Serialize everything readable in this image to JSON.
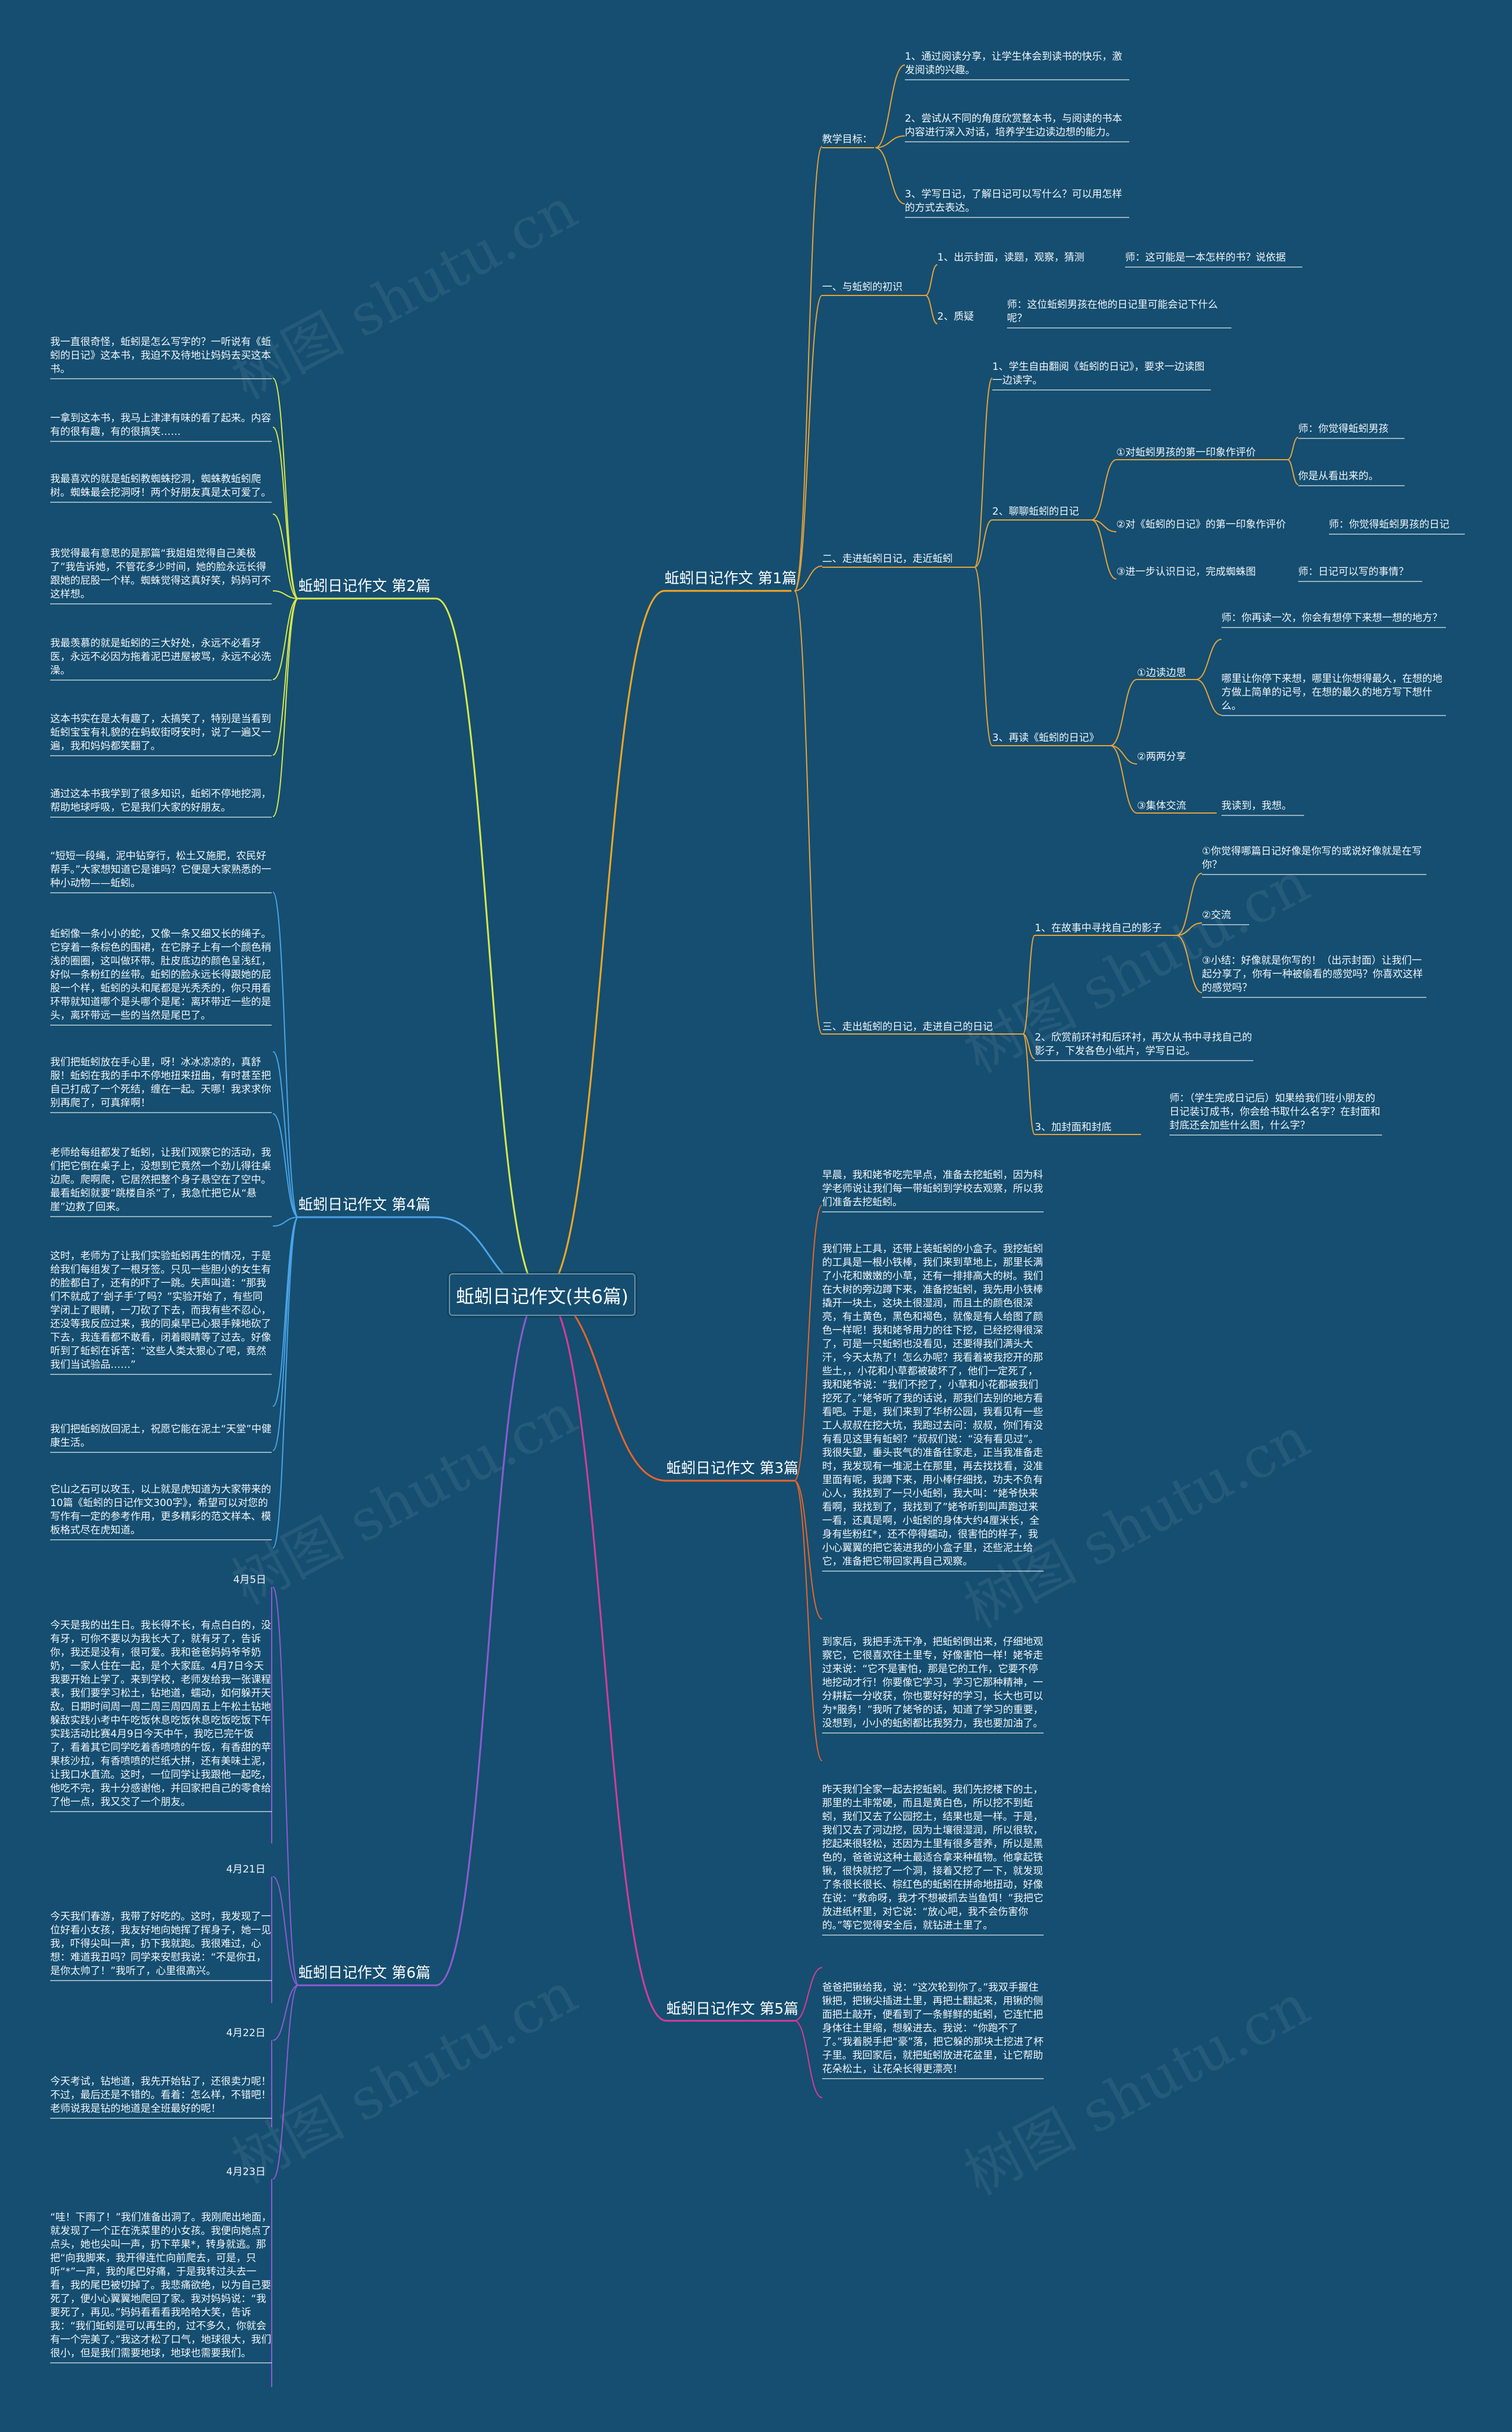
{
  "root": "蚯蚓日记作文(共6篇)",
  "watermark": "树图 shutu.cn",
  "branches": {
    "p1": "蚯蚓日记作文 第1篇",
    "p2": "蚯蚓日记作文 第2篇",
    "p3": "蚯蚓日记作文 第3篇",
    "p4": "蚯蚓日记作文 第4篇",
    "p5": "蚯蚓日记作文 第5篇",
    "p6": "蚯蚓日记作文 第6篇"
  },
  "p1": {
    "goal": "教学目标：",
    "goal_items": [
      "1、通过阅读分享，让学生体会到读书的快乐，激发阅读的兴趣。",
      "2、尝试从不同的角度欣赏整本书，与阅读的书本内容进行深入对话，培养学生边读边想的能力。",
      "3、学写日记，了解日记可以写什么？可以用怎样的方式去表达。"
    ],
    "s1": "一、与蚯蚓的初识",
    "s1_a": "1、出示封面，读题，观察，猜测",
    "s1_a_q": "师：这可能是一本怎样的书？说依据",
    "s1_b": "2、质疑",
    "s1_b_q": "师：这位蚯蚓男孩在他的日记里可能会记下什么呢？",
    "s2": "二、走进蚯蚓日记，走近蚯蚓",
    "s2_1": "1、学生自由翻阅《蚯蚓的日记》，要求一边读图一边读字。",
    "s2_2": "2、聊聊蚯蚓的日记",
    "s2_2_a": "①对蚯蚓男孩的第一印象作评价",
    "s2_2_a1": "师：你觉得蚯蚓男孩",
    "s2_2_a2": "你是从看出来的。",
    "s2_2_b": "②对《蚯蚓的日记》的第一印象作评价",
    "s2_2_b1": "师：你觉得蚯蚓男孩的日记",
    "s2_2_c": "③进一步认识日记，完成蜘蛛图",
    "s2_2_c1": "师：日记可以写的事情？",
    "s2_3": "3、再读《蚯蚓的日记》",
    "s2_3_a": "①边读边思",
    "s2_3_a1": "师：你再读一次，你会有想停下来想一想的地方？",
    "s2_3_a2": "哪里让你停下来想，哪里让你想得最久，在想的地方做上简单的记号，在想的最久的地方写下想什么。",
    "s2_3_b": "②两两分享",
    "s2_3_c": "③集体交流",
    "s2_3_c1": "我读到，我想。",
    "s3": "三、走出蚯蚓的日记，走进自己的日记",
    "s3_1": "1、在故事中寻找自己的影子",
    "s3_1_a": "①你觉得哪篇日记好像是你写的或说好像就是在写你？",
    "s3_1_b": "②交流",
    "s3_1_c": "③小结：好像就是你写的！（出示封面）让我们一起分享了，你有一种被偷看的感觉吗？你喜欢这样的感觉吗？",
    "s3_2": "2、欣赏前环衬和后环衬，再次从书中寻找自己的影子，下发各色小纸片，学写日记。",
    "s3_3": "3、加封面和封底",
    "s3_3_a": "师：（学生完成日记后）如果给我们班小朋友的日记装订成书，你会给书取什么名字？在封面和封底还会加些什么图，什么字？"
  },
  "p2": {
    "items": [
      "我一直很奇怪，蚯蚓是怎么写字的？一听说有《蚯蚓的日记》这本书，我迫不及待地让妈妈去买这本书。",
      "一拿到这本书，我马上津津有味的看了起来。内容有的很有趣，有的很搞笑……",
      "我最喜欢的就是蚯蚓教蜘蛛挖洞，蜘蛛教蚯蚓爬树。蜘蛛最会挖洞呀！两个好朋友真是太可爱了。",
      "我觉得最有意思的是那篇“我姐姐觉得自己美极了”我告诉她，不管花多少时间，她的脸永远长得跟她的屁股一个样。蜘蛛觉得这真好笑，妈妈可不这样想。",
      "我最羡慕的就是蚯蚓的三大好处，永远不必看牙医，永远不必因为拖着泥巴进屋被骂，永远不必洗澡。",
      "这本书实在是太有趣了，太搞笑了，特别是当看到蚯蚓宝宝有礼貌的在蚂蚁街呀安时，说了一遍又一遍，我和妈妈都笑翻了。",
      "通过这本书我学到了很多知识，蚯蚓不停地挖洞，帮助地球呼吸，它是我们大家的好朋友。"
    ]
  },
  "p3": {
    "items": [
      "早晨，我和姥爷吃完早点，准备去挖蚯蚓，因为科学老师说让我们每一带蚯蚓到学校去观察，所以我们准备去挖蚯蚓。",
      "我们带上工具，还带上装蚯蚓的小盒子。我挖蚯蚓的工具是一根小铁棒，我们来到草地上，那里长满了小花和嫩嫩的小草，还有一排排高大的树。我们在大树的旁边蹲下来，准备挖蚯蚓，我先用小铁棒撬开一块土，这块土很湿润，而且土的颜色很深亮，有土黄色，黑色和褐色，就像是有人给图了颜色一样呢！我和姥爷用力的往下挖，已经挖得很深了，可是一只蚯蚓也没看见，还要得我们满头大汗，今天太热了！怎么办呢？我看着被我挖开的那些土，，小花和小草都被破坏了，他们一定死了，我和姥爷说：“我们不挖了，小草和小花都被我们挖死了。”姥爷听了我的话说，那我们去别的地方看看吧。于是，我们来到了华桥公园，我看见有一些工人叔叔在挖大坑，我跑过去问：叔叔，你们有没有看见这里有蚯蚓？”叔叔们说：“没有看见过”。我很失望，垂头丧气的准备往家走，正当我准备走时，我发现有一堆泥土在那里，再去找找看，没准里面有呢，我蹲下来，用小棒仔细找，功夫不负有心人，我找到了一只小蚯蚓，我大叫：“姥爷快来看啊，我找到了，我找到了”姥爷听到叫声跑过来一看，还真是啊，小蚯蚓的身体大约4厘米长，全身有些粉红*，还不停得蠕动，很害怕的样子，我小心翼翼的把它装进我的小盒子里，还些泥土给它，准备把它带回家再自己观察。",
      "到家后，我把手洗干净，把蚯蚓倒出来，仔细地观察它，它很喜欢往土里专，好像害怕一样！姥爷走过来说：“它不是害怕，那是它的工作，它要不停地挖动才行！你要像它学习，学习它那种精神，一分耕耘一分收获，你也要好好的学习，长大也可以为*服务！”我听了姥爷的话，知道了学习的重要，没想到，小小的蚯蚓都比我努力，我也要加油了。"
    ]
  },
  "p4": {
    "items": [
      "“短短一段绳，泥中钻穿行，松土又施肥，农民好帮手。”大家想知道它是谁吗？它便是大家熟悉的一种小动物——蚯蚓。",
      "蚯蚓像一条小小的蛇，又像一条又细又长的绳子。它穿着一条棕色的围裙，在它脖子上有一个颜色稍浅的圈圈，这叫做环带。肚皮底边的颜色呈浅红，好似一条粉红的丝带。蚯蚓的脸永远长得跟她的屁股一个样，蚯蚓的头和尾都是光秃秃的，你只用看环带就知道哪个是头哪个是尾：离环带近一些的是头，离环带远一些的当然是尾巴了。",
      "我们把蚯蚓放在手心里，呀！冰冰凉凉的，真舒服！蚯蚓在我的手中不停地扭来扭曲，有时甚至把自己打成了一个死结，缠在一起。天哪！我求求你别再爬了，可真痒啊！",
      "老师给每组都发了蚯蚓，让我们观察它的活动，我们把它倒在桌子上，没想到它竟然一个劲儿得往桌边爬。爬啊爬，它居然把整个身子悬空在了空中。最看蚯蚓就要“跳楼自杀”了，我急忙把它从“悬崖”边救了回来。",
      "这时，老师为了让我们实验蚯蚓再生的情况，于是给我们每组发了一根牙签。只见一些胆小的女生有的脸都白了，还有的吓了一跳。失声叫道：“那我们不就成了‘刽子手’了吗？”实验开始了，有些同学闭上了眼睛，一刀砍了下去，而我有些不忍心，还没等我反应过来，我的同桌早已心狠手辣地砍了下去，我连看都不敢看，闭着眼睛等了过去。好像听到了蚯蚓在诉苦：“这些人类太狠心了吧，竟然我们当试验品……”",
      "我们把蚯蚓放回泥土，祝愿它能在泥土“天堂”中健康生活。",
      "它山之石可以攻玉，以上就是虎知道为大家带来的10篇《蚯蚓的日记作文300字》，希望可以对您的写作有一定的参考作用，更多精彩的范文样本、模板格式尽在虎知道。"
    ]
  },
  "p5": {
    "items": [
      "昨天我们全家一起去挖蚯蚓。我们先挖楼下的土，那里的土非常硬，而且是黄白色，所以挖不到蚯蚓，我们又去了公园挖土，结果也是一样。于是，我们又去了河边挖，因为土壤很湿润，所以很软，挖起来很轻松，还因为土里有很多营养，所以是黑色的，爸爸说这种土最适合拿来种植物。他拿起铁锹，很快就挖了一个洞，接着又挖了一下，就发现了条很长很长、棕红色的蚯蚓在拼命地扭动，好像在说：“救命呀，我才不想被抓去当鱼饵！”我把它放进纸杯里，对它说：“放心吧，我不会伤害你的。”等它觉得安全后，就钻进土里了。",
      "爸爸把锹给我，说：“这次轮到你了。”我双手握住锹把，把锹尖插进土里，再把土翻起来，用锹的侧面把土敲开，便看到了一条鲜鲜的蚯蚓，它连忙把身体往土里缩，想躲进去。我说：“你跑不了了。”我着脱手把“豪”落，把它躲的那块土挖进了杯子里。我回家后，就把蚯蚓放进花盆里，让它帮助花朵松土，让花朵长得更漂亮！"
    ]
  },
  "p6": {
    "d1": "4月5日",
    "t1": "今天是我的出生日。我长得不长，有点白白的，没有牙，可你不要以为我长大了，就有牙了，告诉你，我还是没有，很可爱。我和爸爸妈妈爷爷奶奶，一家人住在一起，是个大家庭。4月7日今天我要开始上学了。来到学校，老师发给我一张课程表，我们要学习松土，钻地道，蠕动，如何躲开天敌。日期时间周一周二周三周四周五上午松土钻地躲敌实践小考中午吃饭休息吃饭休息吃饭吃饭下午实践活动比赛4月9日今天中午，我吃已完午饭了，看着其它同学吃着香喷喷的午饭，有香甜的苹果核沙拉，有香喷喷的烂纸大拼，还有美味土泥，让我口水直流。这时，一位同学让我跟他一起吃，他吃不完，我十分感谢他，并回家把自己的零食给了他一点，我又交了一个朋友。",
    "d2": "4月21日",
    "t2": "今天我们春游，我带了好吃的。这时，我发现了一位好看小女孩，我友好地向她挥了挥身子，她一见我，吓得尖叫一声，扔下我就跑。我很难过，心想：难道我丑吗？同学来安慰我说：“不是你丑，是你太帅了！”我听了，心里很高兴。",
    "d3": "4月22日",
    "t3": "今天考试，钻地道，我先开始钻了，还很卖力呢！不过，最后还是不错的。看着：怎么样，不错吧！老师说我是钻的地道是全班最好的呢！",
    "d4": "4月23日",
    "t4": "“哇！下雨了！”我们准备出洞了。我刚爬出地面，就发现了一个正在洗菜里的小女孩。我便向她点了点头，她也尖叫一声，扔下苹果*，转身就逃。那把“向我脚来，我开得连忙向前爬去，可是，只听“*”一声，我的尾巴好痛，于是我转过头去一看，我的尾巴被切掉了。我悲痛欲绝，以为自己要死了，便小心翼翼地爬回了家。我对妈妈说：“我要死了，再见。”妈妈看看看我哈哈大笑，告诉我：“我们蚯蚓是可以再生的，过不多久，你就会有一个完美了。”我这才松了口气，地球很大，我们很小，但是我们需要地球，地球也需要我们。"
  }
}
